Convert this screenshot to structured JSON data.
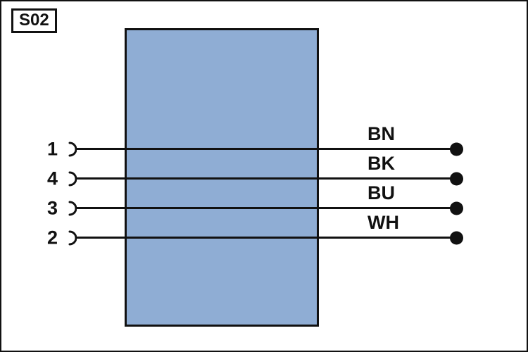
{
  "diagram": {
    "designator": "S02",
    "component_fill_color": "#8fadd4",
    "line_color": "#111111",
    "wires": [
      {
        "pin": "1",
        "color_code": "BN"
      },
      {
        "pin": "4",
        "color_code": "BK"
      },
      {
        "pin": "3",
        "color_code": "BU"
      },
      {
        "pin": "2",
        "color_code": "WH"
      }
    ]
  }
}
